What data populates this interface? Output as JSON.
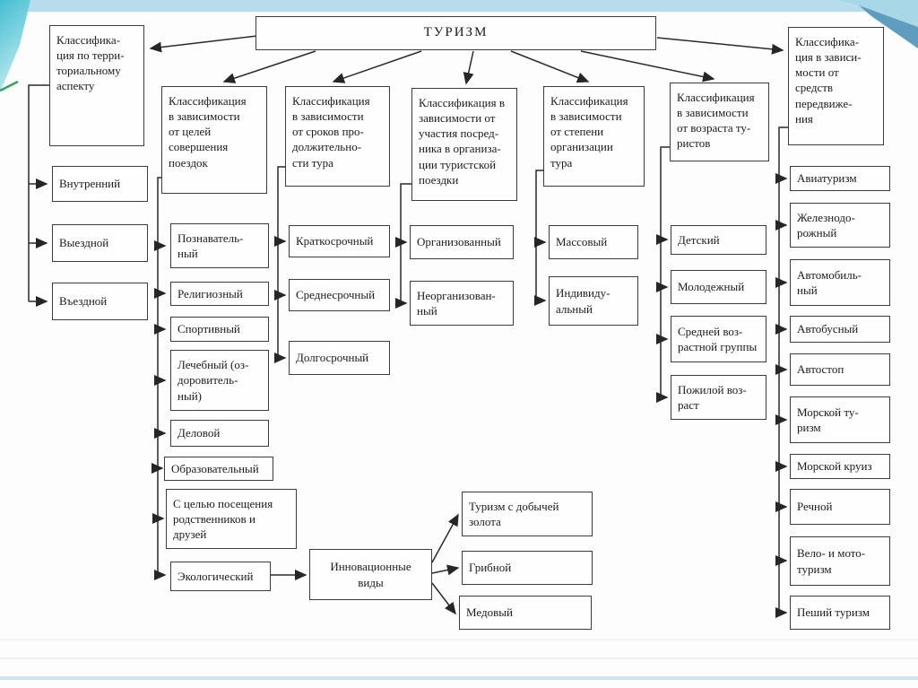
{
  "root": {
    "label": "ТУРИЗМ"
  },
  "branches": [
    {
      "header": "Классифика-\nция по терри-\nториальному\nаспекту",
      "items": [
        "Внутренний",
        "Выездной",
        "Въездной"
      ]
    },
    {
      "header": "Классификация\nв зависимости\nот целей\nсовершения\nпоездок",
      "items": [
        "Познаватель-\nный",
        "Религиозный",
        "Спортивный",
        "Лечебный (оз-\nдоровитель-\nный)",
        "Деловой",
        "Образовательный",
        "С целью посещения\nродственников и\nдрузей",
        "Экологический"
      ]
    },
    {
      "header": "Классификация\nв зависимости\nот сроков про-\nдолжительно-\nсти тура",
      "items": [
        "Краткосрочный",
        "Среднесрочный",
        "Долгосрочный"
      ]
    },
    {
      "header": "Классификация в\nзависимости от\nучастия посред-\nника в организа-\nции туристской\nпоездки",
      "items": [
        "Организованный",
        "Неорганизован-\nный"
      ]
    },
    {
      "header": "Классификация\nв зависимости\nот степени\nорганизации\nтура",
      "items": [
        "Массовый",
        "Индивиду-\nальный"
      ]
    },
    {
      "header": "Классификация\nв зависимости\nот возраста ту-\nристов",
      "items": [
        "Детский",
        "Молодежный",
        "Средней воз-\nрастной группы",
        "Пожилой воз-\nраст"
      ]
    },
    {
      "header": "Классифика-\nция в зависи-\nмости от\nсредств\nпередвиже-\nния",
      "items": [
        "Авиатуризм",
        "Железнодо-\nрожный",
        "Автомобиль-\nный",
        "Автобусный",
        "Автостоп",
        "Морской ту-\nризм",
        "Морской круиз",
        "Речной",
        "Вело- и мото-\nтуризм",
        "Пеший туризм"
      ]
    }
  ],
  "innovative": {
    "label": "Инновационные\nвиды",
    "items": [
      "Туризм с добычей\nзолота",
      "Грибной",
      "Медовый"
    ]
  },
  "decor_colors": {
    "top_band": "#b7dcec",
    "left_ribbon_dark": "#45bed2",
    "left_ribbon_light": "#bfeaf0",
    "green_line": "#2fa457",
    "right_ribbon_light": "#a8d8e8",
    "right_ribbon_dark": "#5e9dbd",
    "bottom_band": "#cfe2ee"
  }
}
